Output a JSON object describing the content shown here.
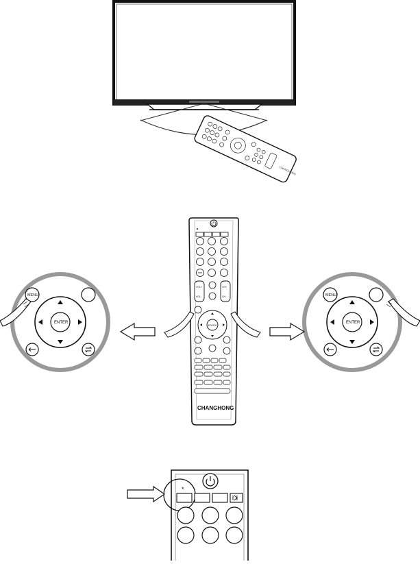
{
  "figure_1": {
    "title": "tv-with-remote-operating-range",
    "remote_brand": "CHANGHONG"
  },
  "figure_2": {
    "title": "remote-navigation-detail",
    "remote_brand": "CHANGHONG",
    "center_key_label": "ENTER",
    "menu_key_label": "MENU",
    "vol_up_label": "VOL+",
    "vol_down_label": "VOL-",
    "ch_up_label": "CH+",
    "ch_down_label": "CH-",
    "ok_label": "ENTER"
  },
  "figure_3": {
    "title": "power-and-sensor-detail"
  },
  "icons": [
    "power-icon",
    "back-arrow-icon",
    "repeat-icon",
    "arrow-up-icon",
    "arrow-down-icon",
    "arrow-left-icon",
    "arrow-right-icon",
    "home-icon",
    "mute-icon"
  ]
}
